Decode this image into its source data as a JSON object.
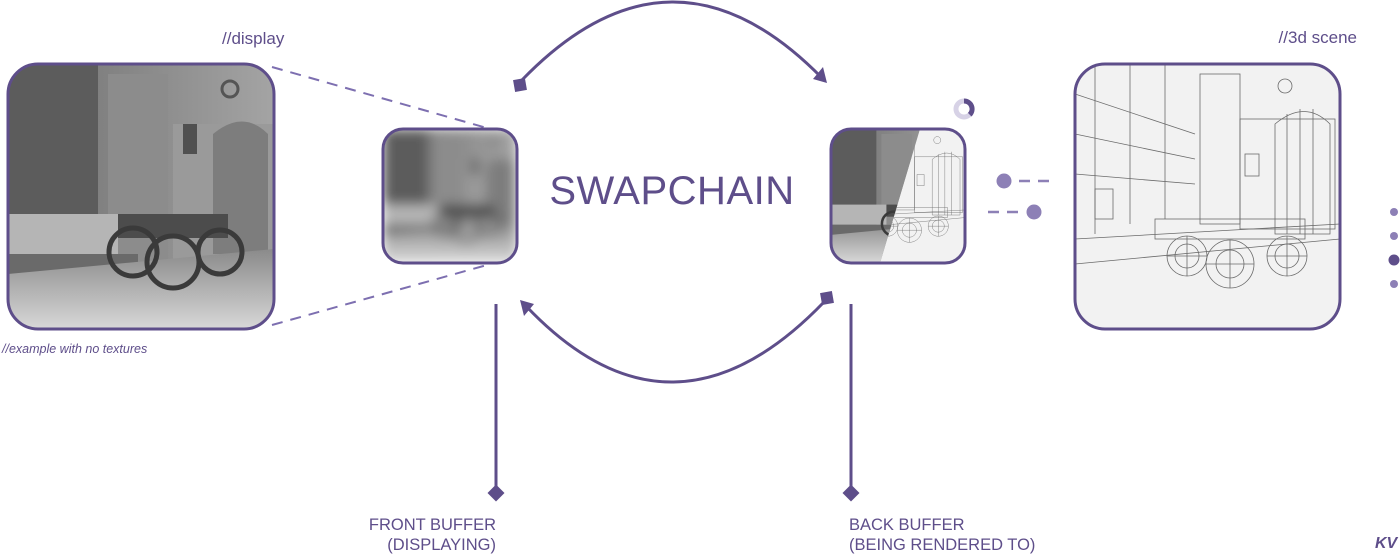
{
  "labels": {
    "display": "//display",
    "scene": "//3d scene",
    "example_note": "//example with no textures",
    "title": "SWAPCHAIN",
    "front_line1": "FRONT BUFFER",
    "front_line2": "(DISPLAYING)",
    "back_line1": "BACK BUFFER",
    "back_line2": "(BEING RENDERED TO)",
    "logo": "KV"
  },
  "colors": {
    "accent": "#5e4e8a",
    "accent_light": "#8d80b6",
    "text": "#5e4e8a"
  },
  "icons": {
    "sync_arrows": "curved-arrows-cycle",
    "loading": "loading-ring-icon",
    "pagination": "vertical-dots-icon"
  },
  "pagination": {
    "count": 4,
    "active": 3
  }
}
